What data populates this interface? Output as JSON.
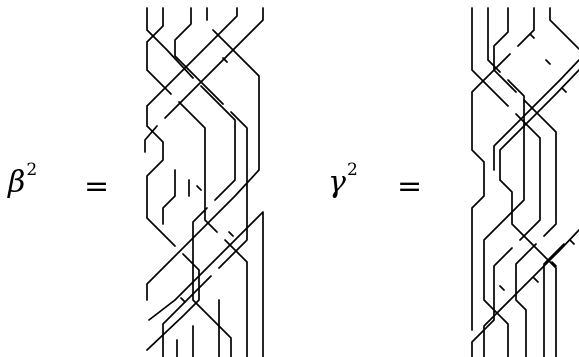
{
  "equations": [
    {
      "symbol": "β",
      "exponent": "2",
      "relation": "="
    },
    {
      "symbol": "γ",
      "exponent": "2",
      "relation": "="
    }
  ],
  "diagram_style": {
    "stroke_color": "#000000",
    "background": "#ffffff"
  }
}
